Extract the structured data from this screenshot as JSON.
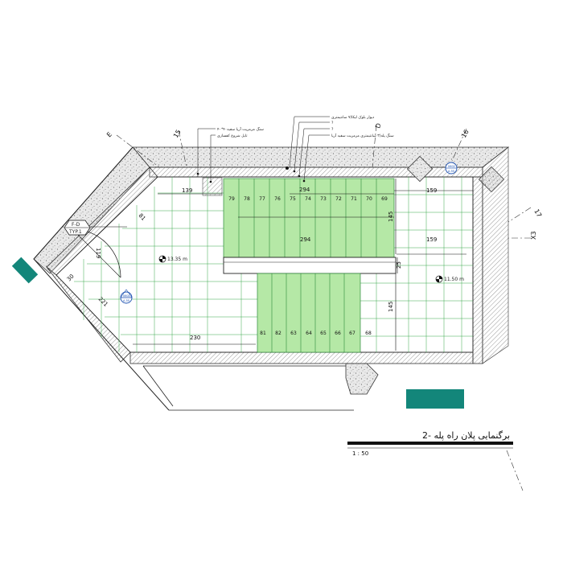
{
  "colors": {
    "stair_fill": "#b5e8a6",
    "grid_line": "#39a84a",
    "wall_hatch": "#9e9e9e",
    "teal_window": "#13867a",
    "stone_band": "#cfcfcf",
    "ink": "#111111"
  },
  "title": "برگنمایی پلان راه پله -2",
  "scale": "1 : 50",
  "grid_axes": {
    "e": "E",
    "a15": "15",
    "d": "D",
    "a16": "16",
    "a17": "17",
    "x3": "X3"
  },
  "annotations": {
    "wall_block": "دیوار بلوک لیکا(۷ سانتیمتری",
    "note_q1": "?",
    "note_q2": "?",
    "stone_top": "سنگ پله(۳ سانتیمتری مرمریت سفید آریا",
    "stone_left": "سنگ مرمریت آریا سفید۴۰*۴۰",
    "tile_start": "تایل شروع کفسازی"
  },
  "dims": {
    "d139": "139",
    "d294a": "294",
    "d294b": "294",
    "d159a": "159",
    "d159b": "159",
    "d145a": "145",
    "d145b": "145",
    "d25": "25",
    "d81": "81",
    "d119": "119",
    "d30": "30",
    "d221": "221",
    "d230": "230"
  },
  "levels": {
    "left": "13.35 m",
    "right": "11.50 m"
  },
  "markers": {
    "fd_top": "F-D",
    "fd_bot": "TYP.1",
    "sec_left_top": "0601",
    "sec_left_bot": "A-55",
    "sec_right_top": "0602",
    "sec_right_bot": "A-55"
  },
  "steps_upper": [
    "79",
    "78",
    "77",
    "76",
    "75",
    "74",
    "73",
    "72",
    "71",
    "70",
    "69"
  ],
  "steps_lower": [
    "81",
    "82",
    "63",
    "64",
    "65",
    "66",
    "67",
    "68"
  ]
}
